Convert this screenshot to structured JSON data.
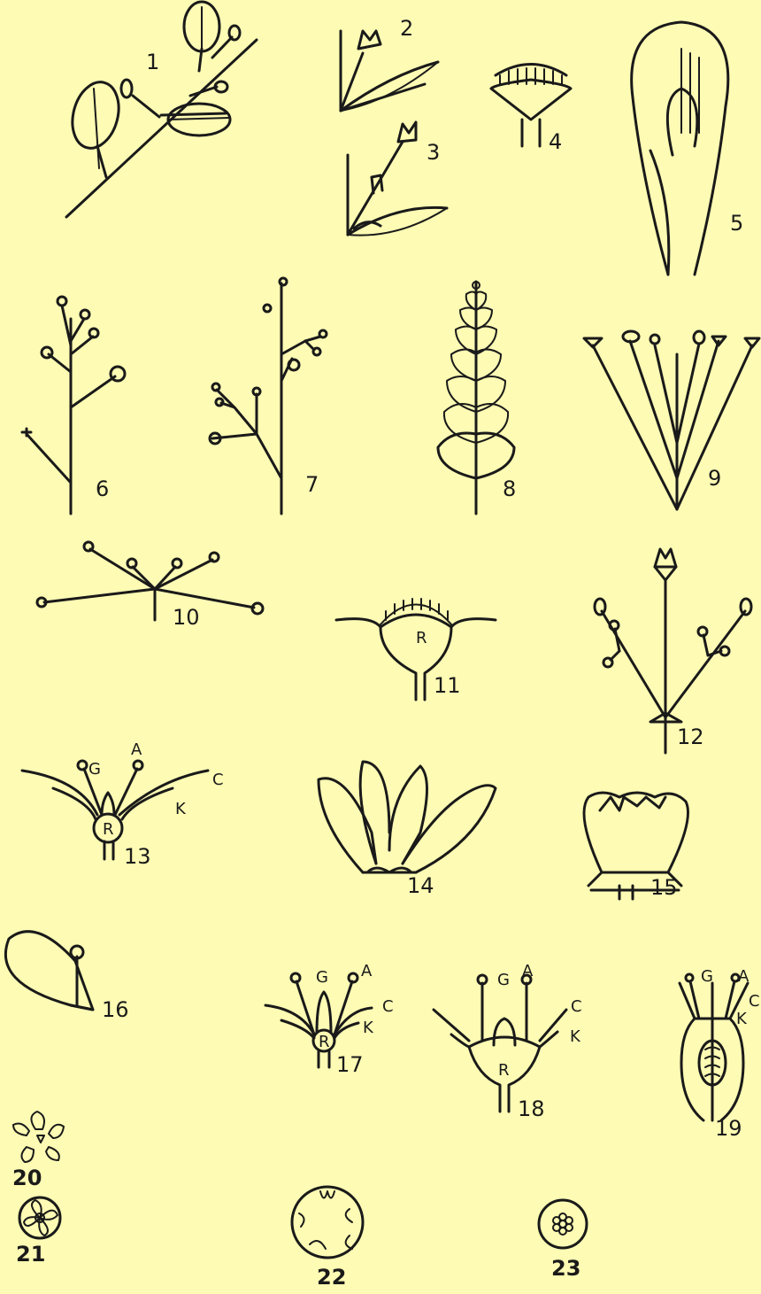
{
  "figure_labels": {
    "f1": "1",
    "f2": "2",
    "f3": "3",
    "f4": "4",
    "f5": "5",
    "f6": "6",
    "f7": "7",
    "f8": "8",
    "f9": "9",
    "f10": "10",
    "f11": "11",
    "f12": "12",
    "f13": "13",
    "f14": "14",
    "f15": "15",
    "f16": "16",
    "f17": "17",
    "f18": "18",
    "f19": "19",
    "f20": "20",
    "f21": "21",
    "f22": "22",
    "f23": "23"
  },
  "part_labels": {
    "receptacle": "R",
    "gynoecium": "G",
    "androecium": "A",
    "corolla": "C",
    "calyx": "K"
  },
  "colors": {
    "background": "#fdfbb4",
    "ink": "#1a1a1a"
  }
}
